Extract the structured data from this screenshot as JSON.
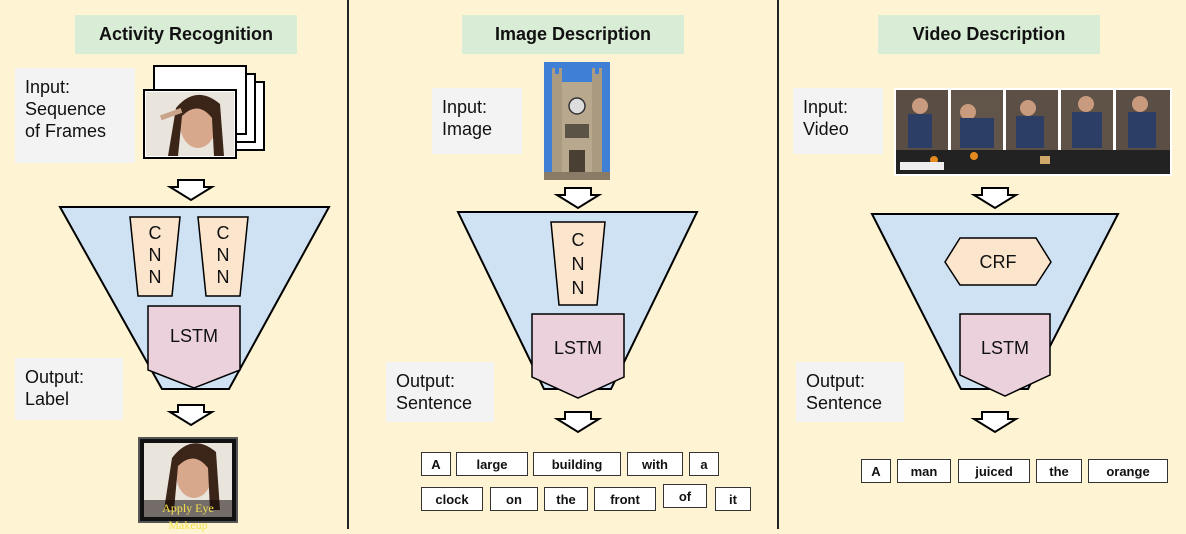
{
  "panels": [
    {
      "title": "Activity Recognition",
      "input_label": "Input:\nSequence\nof Frames",
      "output_label": "Output:\nLabel",
      "modules": {
        "cnn_text": "C\nN\nN",
        "lstm": "LSTM"
      },
      "result_caption": "Apply Eye Makeup"
    },
    {
      "title": "Image Description",
      "input_label": "Input:\nImage",
      "output_label": "Output:\nSentence",
      "modules": {
        "cnn_text": "C\nN\nN",
        "lstm": "LSTM"
      },
      "sentence_rows": [
        [
          "A",
          "large",
          "building",
          "with",
          "a"
        ],
        [
          "clock",
          "on",
          "the",
          "front",
          "of",
          "it"
        ]
      ]
    },
    {
      "title": "Video Description",
      "input_label": "Input:\nVideo",
      "output_label": "Output:\nSentence",
      "modules": {
        "crf": "CRF",
        "lstm": "LSTM"
      },
      "sentence_rows": [
        [
          "A",
          "man",
          "juiced",
          "the",
          "orange"
        ]
      ]
    }
  ],
  "colors": {
    "background": "#fef3d2",
    "title_fill": "#d9ecd6",
    "funnel_fill": "#cfe2f3",
    "cnn_fill": "#fce5cd",
    "lstm_fill": "#ead1dc",
    "crf_fill": "#fce5cd",
    "label_fill": "#f3f3f3"
  }
}
